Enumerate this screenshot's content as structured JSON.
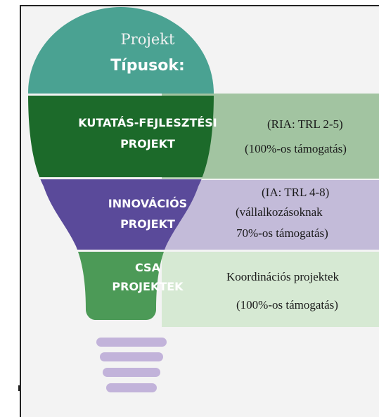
{
  "colors": {
    "teal": "#4aa292",
    "dark_green": "#1c6a2a",
    "purple": "#5a4a9a",
    "mid_green": "#4c9a57",
    "band_green": "#a2c4a1",
    "band_purple": "#c3bbd9",
    "band_light_green": "#d6e9d3",
    "base_lilac": "#c2b3da"
  },
  "bulb": {
    "top_line1": "Projekt",
    "top_line2": "Típusok:"
  },
  "types": [
    {
      "label_line1": "KUTATÁS-FEJLESZTÉSI",
      "label_line2": "PROJEKT",
      "desc_line1": "(RIA: TRL 2-5)",
      "desc_line2": "(100%-os támogatás)"
    },
    {
      "label_line1": "INNOVÁCIÓS",
      "label_line2": "PROJEKT",
      "desc_line1": "(IA: TRL 4-8)",
      "desc_line2": "(vállalkozásoknak",
      "desc_line3": "70%-os támogatás)"
    },
    {
      "label_line1": "CSA",
      "label_line2": "PROJEKTEK",
      "desc_line1": "Koordinációs projektek",
      "desc_line2": "(100%-os támogatás)"
    }
  ],
  "base_icon": "bulb-base-stripes-icon"
}
